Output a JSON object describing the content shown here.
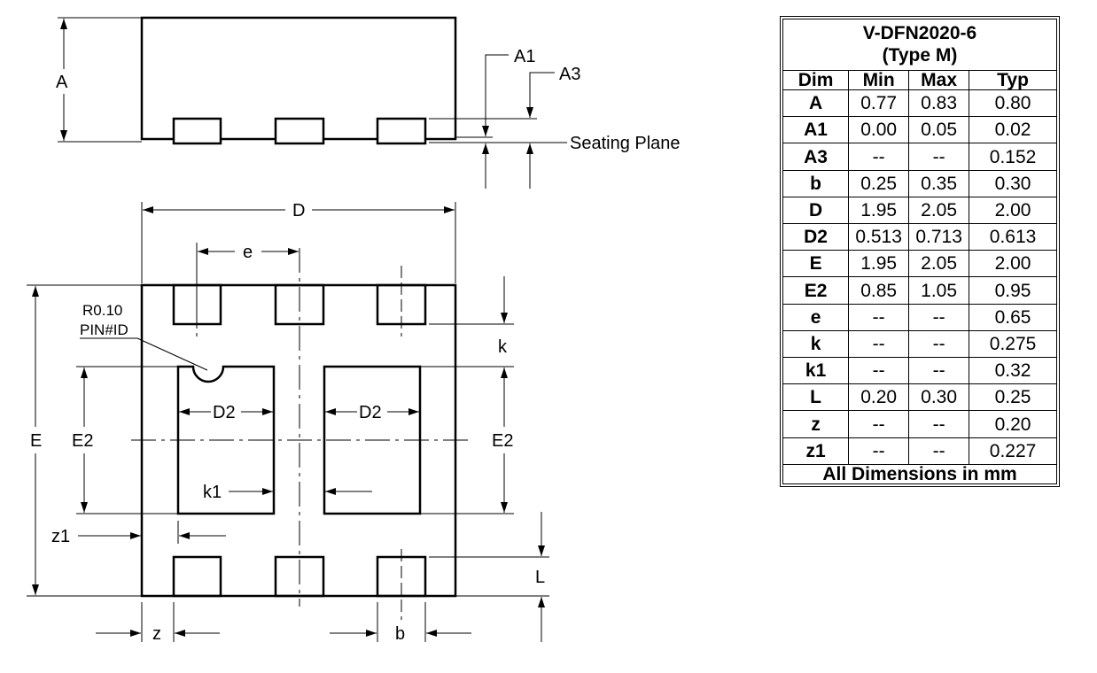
{
  "drawing": {
    "side_view": {
      "label_A": "A",
      "label_A1": "A1",
      "label_A3": "A3",
      "seating_plane": "Seating Plane"
    },
    "top_view": {
      "label_D": "D",
      "label_e": "e",
      "label_E": "E",
      "label_E2_left": "E2",
      "label_E2_right": "E2",
      "label_D2_left": "D2",
      "label_D2_right": "D2",
      "label_k": "k",
      "label_k1": "k1",
      "label_z1": "z1",
      "label_z": "z",
      "label_b": "b",
      "label_L": "L",
      "pin_id_radius": "R0.10",
      "pin_id": "PIN#ID"
    }
  },
  "table": {
    "title_line1": "V-DFN2020-6",
    "title_line2": "(Type M)",
    "headers": [
      "Dim",
      "Min",
      "Max",
      "Typ"
    ],
    "rows": [
      [
        "A",
        "0.77",
        "0.83",
        "0.80"
      ],
      [
        "A1",
        "0.00",
        "0.05",
        "0.02"
      ],
      [
        "A3",
        "--",
        "--",
        "0.152"
      ],
      [
        "b",
        "0.25",
        "0.35",
        "0.30"
      ],
      [
        "D",
        "1.95",
        "2.05",
        "2.00"
      ],
      [
        "D2",
        "0.513",
        "0.713",
        "0.613"
      ],
      [
        "E",
        "1.95",
        "2.05",
        "2.00"
      ],
      [
        "E2",
        "0.85",
        "1.05",
        "0.95"
      ],
      [
        "e",
        "--",
        "--",
        "0.65"
      ],
      [
        "k",
        "--",
        "--",
        "0.275"
      ],
      [
        "k1",
        "--",
        "--",
        "0.32"
      ],
      [
        "L",
        "0.20",
        "0.30",
        "0.25"
      ],
      [
        "z",
        "--",
        "--",
        "0.20"
      ],
      [
        "z1",
        "--",
        "--",
        "0.227"
      ]
    ],
    "footer": "All Dimensions in mm"
  }
}
